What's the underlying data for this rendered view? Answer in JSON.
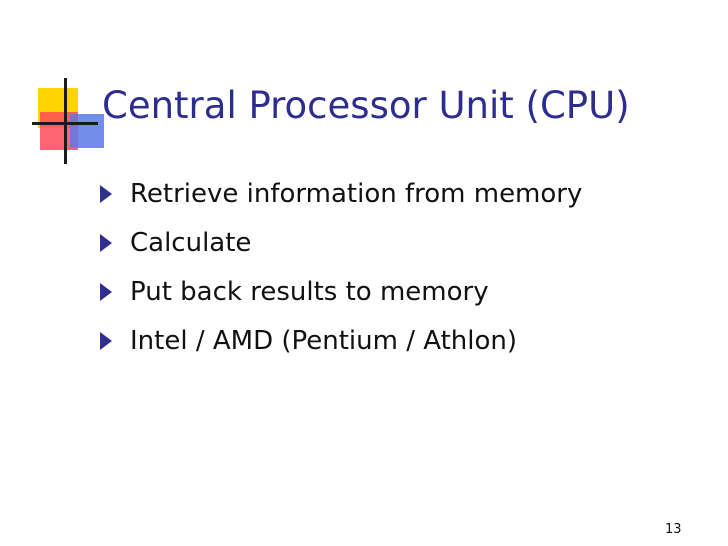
{
  "slide": {
    "title": "Central Processor Unit (CPU)",
    "bullets": [
      {
        "text": "Retrieve information from memory"
      },
      {
        "text": "Calculate"
      },
      {
        "text": "Put back results to memory"
      },
      {
        "text": "Intel / AMD (Pentium / Athlon)"
      }
    ],
    "page_number": "13"
  },
  "colors": {
    "title": "#2d2d8f",
    "bullet_marker": "#2f2f92",
    "body_text": "#111111",
    "logo_yellow": "#ffd400",
    "logo_red": "#ff4a5a",
    "logo_blue": "#5a7ae6"
  },
  "icons": {
    "bullet": "triangle-bullet-icon",
    "logo": "colored-squares-logo-icon"
  }
}
